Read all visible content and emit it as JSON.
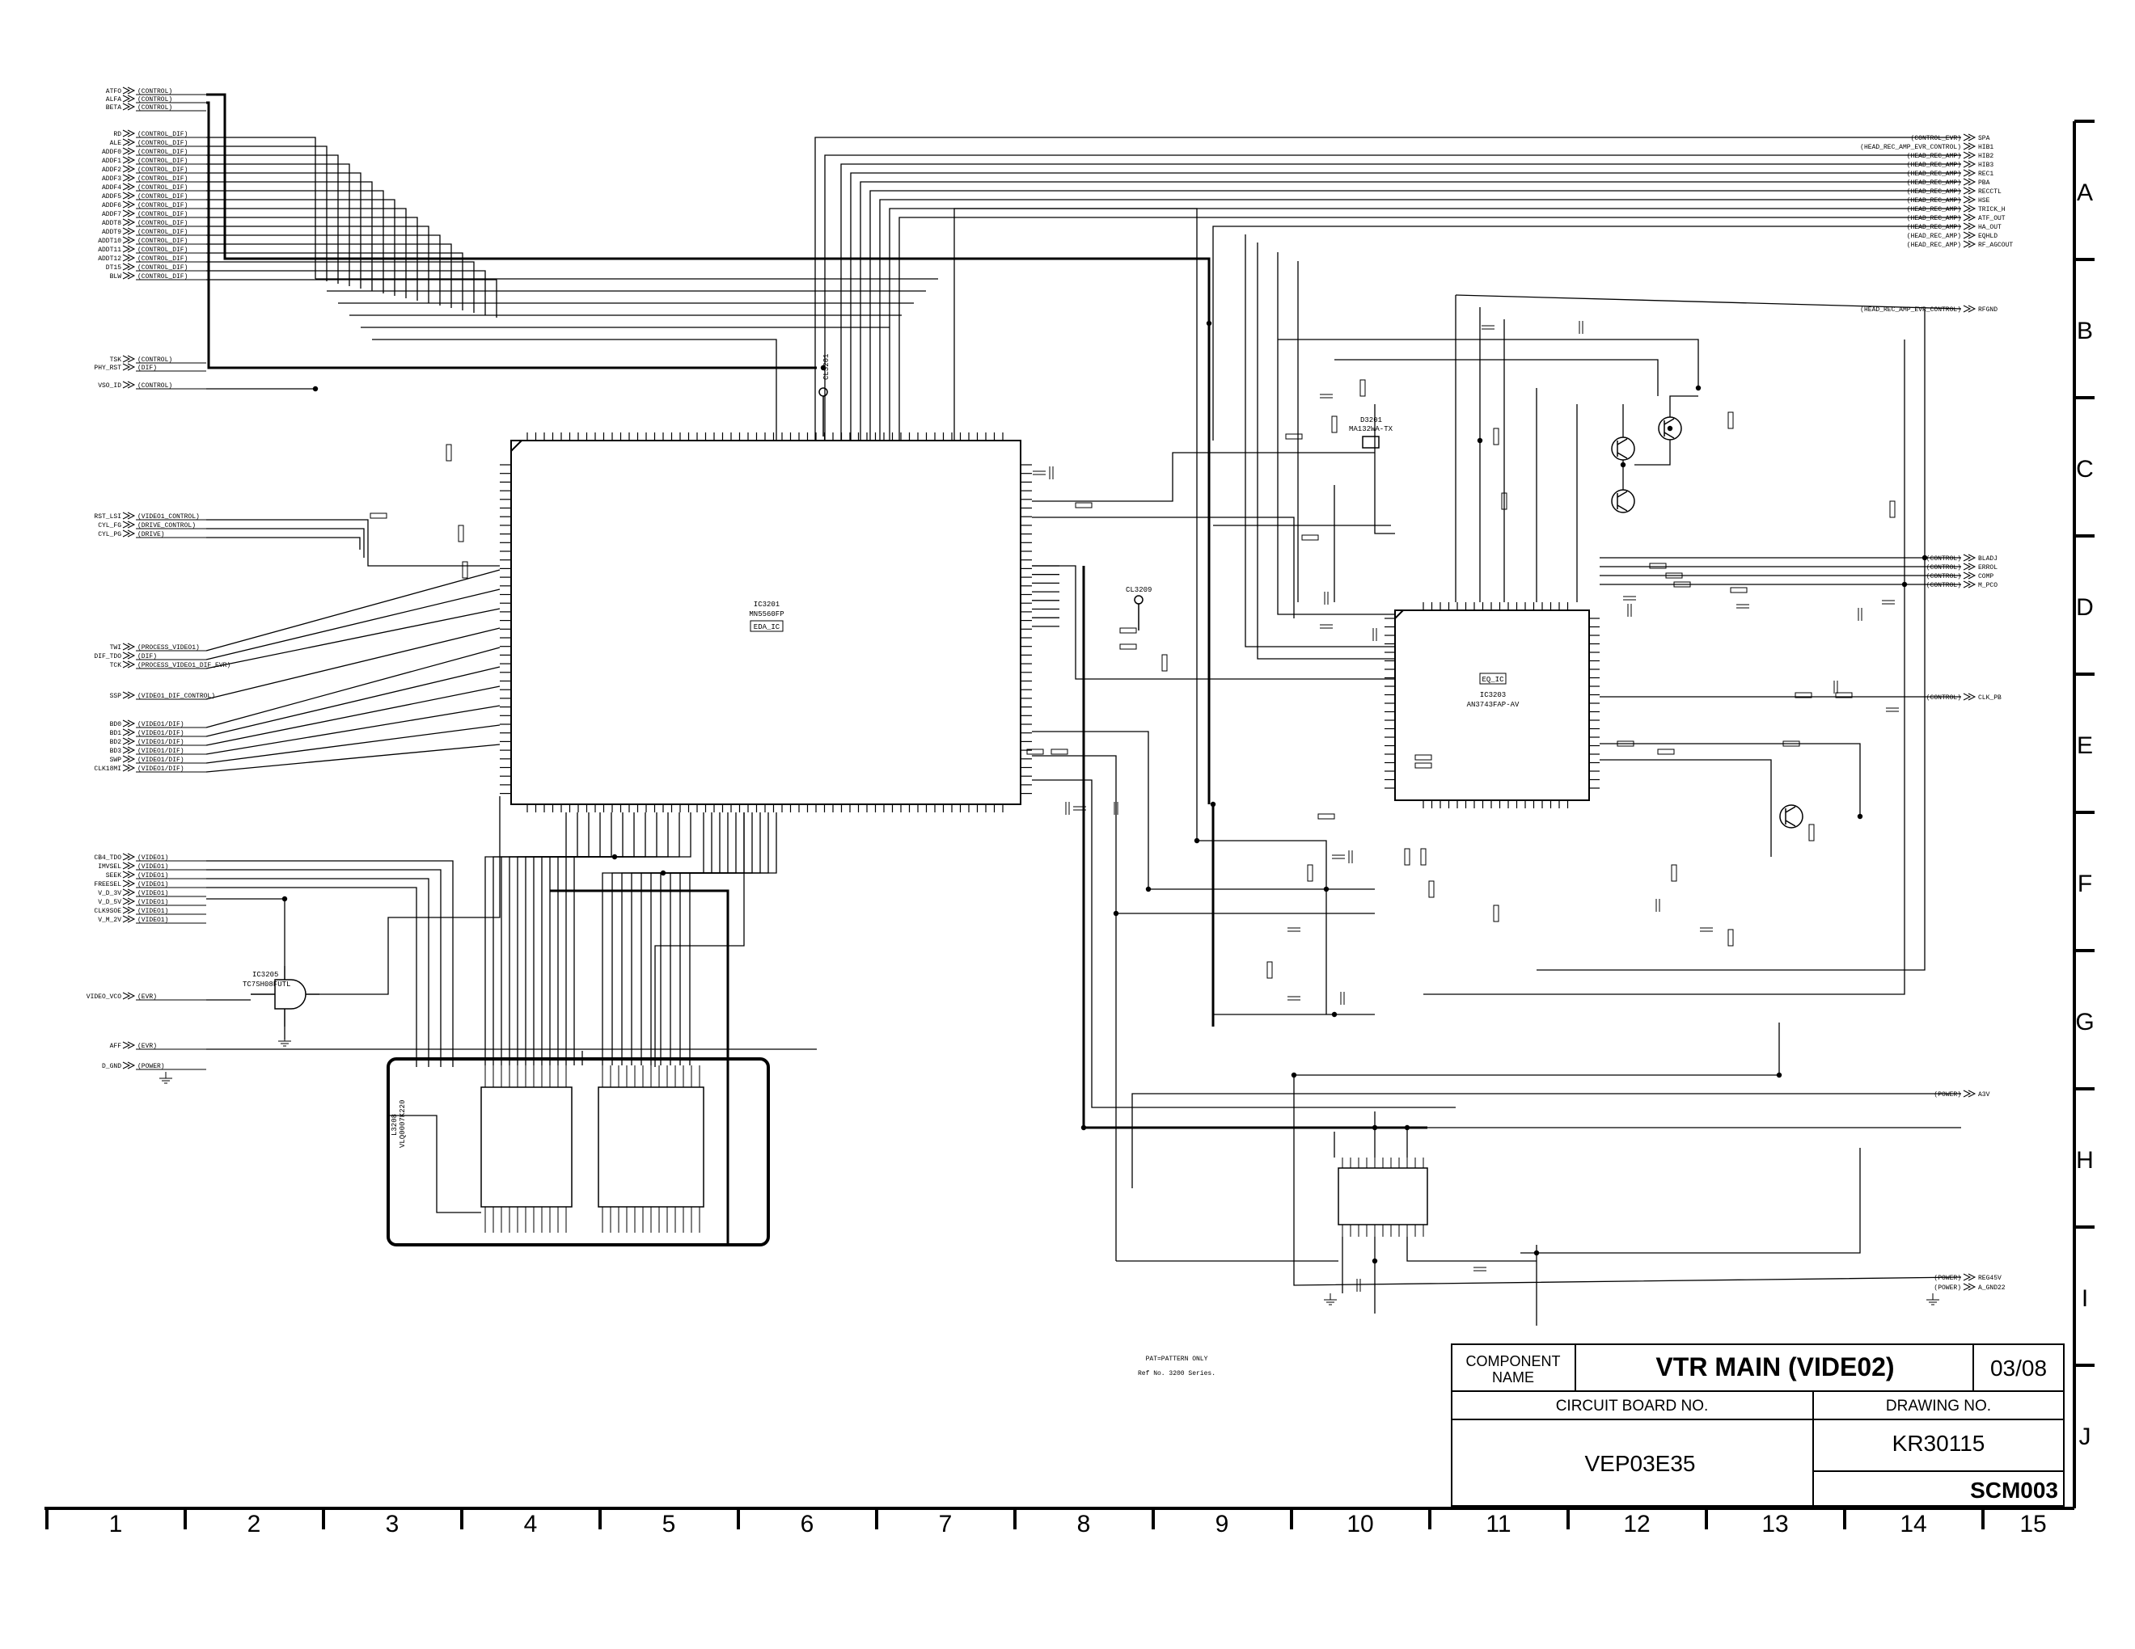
{
  "title_block": {
    "component_name_label": "COMPONENT\nNAME",
    "component_name": "VTR MAIN (VIDE02)",
    "sheet": "03/08",
    "circuit_board_label": "CIRCUIT BOARD NO.",
    "circuit_board_no": "VEP03E35",
    "drawing_label": "DRAWING NO.",
    "drawing_no": "KR30115",
    "schematic_code": "SCM003"
  },
  "notes": {
    "pattern_note": "PAT=PATTERN ONLY",
    "ref_note": "Ref No. 3200 Series."
  },
  "grid": {
    "columns": [
      "1",
      "2",
      "3",
      "4",
      "5",
      "6",
      "7",
      "8",
      "9",
      "10",
      "11",
      "12",
      "13",
      "14",
      "15"
    ],
    "rows": [
      "A",
      "B",
      "C",
      "D",
      "E",
      "F",
      "G",
      "H",
      "I",
      "J"
    ]
  },
  "components": {
    "ic3201": {
      "ref": "IC3201",
      "part": "MN5560FP",
      "tag": "EDA_IC"
    },
    "ic3203": {
      "ref": "IC3203",
      "part": "AN3743FAP-AV",
      "tag": "EQ_IC"
    },
    "ic3205": {
      "ref": "IC3205",
      "part": "TC7SH08FUTL"
    },
    "l3208": {
      "ref": "L3208",
      "part": "VLQ0007K220"
    },
    "d3201": {
      "ref": "D3201",
      "part": "MA132WA-TX"
    },
    "cl3201": {
      "ref": "CL3201"
    },
    "cl3209": {
      "ref": "CL3209"
    }
  },
  "left_signals": [
    {
      "name": "ATFO",
      "bus": "(CONTROL)"
    },
    {
      "name": "ALFA",
      "bus": "(CONTROL)"
    },
    {
      "name": "BETA",
      "bus": "(CONTROL)"
    },
    {
      "name": "RD",
      "bus": "(CONTROL_DIF)"
    },
    {
      "name": "ALE",
      "bus": "(CONTROL_DIF)"
    },
    {
      "name": "ADDF0",
      "bus": "(CONTROL_DIF)"
    },
    {
      "name": "ADDF1",
      "bus": "(CONTROL_DIF)"
    },
    {
      "name": "ADDF2",
      "bus": "(CONTROL_DIF)"
    },
    {
      "name": "ADDF3",
      "bus": "(CONTROL_DIF)"
    },
    {
      "name": "ADDF4",
      "bus": "(CONTROL_DIF)"
    },
    {
      "name": "ADDF5",
      "bus": "(CONTROL_DIF)"
    },
    {
      "name": "ADDF6",
      "bus": "(CONTROL_DIF)"
    },
    {
      "name": "ADDF7",
      "bus": "(CONTROL_DIF)"
    },
    {
      "name": "ADDT8",
      "bus": "(CONTROL_DIF)"
    },
    {
      "name": "ADDT9",
      "bus": "(CONTROL_DIF)"
    },
    {
      "name": "ADDT10",
      "bus": "(CONTROL_DIF)"
    },
    {
      "name": "ADDT11",
      "bus": "(CONTROL_DIF)"
    },
    {
      "name": "ADDT12",
      "bus": "(CONTROL_DIF)"
    },
    {
      "name": "DT15",
      "bus": "(CONTROL_DIF)"
    },
    {
      "name": "BLW",
      "bus": "(CONTROL_DIF)"
    },
    {
      "name": "TSK",
      "bus": "(CONTROL)"
    },
    {
      "name": "PHY_RST",
      "bus": "(DIF)"
    },
    {
      "name": "VSO_ID",
      "bus": "(CONTROL)"
    },
    {
      "name": "RST_LSI",
      "bus": "(VIDEO1_CONTROL)"
    },
    {
      "name": "CYL_FG",
      "bus": "(DRIVE_CONTROL)"
    },
    {
      "name": "CYL_PG",
      "bus": "(DRIVE)"
    },
    {
      "name": "TWI",
      "bus": "(PROCESS_VIDEO1)"
    },
    {
      "name": "DIF_TDO",
      "bus": "(DIF)"
    },
    {
      "name": "TCK",
      "bus": "(PROCESS_VIDEO1_DIF_EVR)"
    },
    {
      "name": "SSP",
      "bus": "(VIDEO1_DIF_CONTROL)"
    },
    {
      "name": "BD0",
      "bus": "(VIDEO1/DIF)"
    },
    {
      "name": "BD1",
      "bus": "(VIDEO1/DIF)"
    },
    {
      "name": "BD2",
      "bus": "(VIDEO1/DIF)"
    },
    {
      "name": "BD3",
      "bus": "(VIDEO1/DIF)"
    },
    {
      "name": "SWP",
      "bus": "(VIDEO1/DIF)"
    },
    {
      "name": "CLK18MI",
      "bus": "(VIDEO1/DIF)"
    },
    {
      "name": "CB4_TDO",
      "bus": "(VIDEO1)"
    },
    {
      "name": "IMVSEL",
      "bus": "(VIDEO1)"
    },
    {
      "name": "SEEK",
      "bus": "(VIDEO1)"
    },
    {
      "name": "FREESEL",
      "bus": "(VIDEO1)"
    },
    {
      "name": "V_D_3V",
      "bus": "(VIDEO1)"
    },
    {
      "name": "V_D_5V",
      "bus": "(VIDEO1)"
    },
    {
      "name": "CLK9SOE",
      "bus": "(VIDEO1)"
    },
    {
      "name": "V_M_2V",
      "bus": "(VIDEO1)"
    },
    {
      "name": "VIDEO_VCO",
      "bus": "(EVR)"
    },
    {
      "name": "AFF",
      "bus": "(EVR)"
    },
    {
      "name": "D_GND",
      "bus": "(POWER)"
    }
  ],
  "right_signals": [
    {
      "name": "SPA",
      "bus": "(CONTROL_EVR)"
    },
    {
      "name": "HIB1",
      "bus": "(HEAD_REC_AMP_EVR_CONTROL)"
    },
    {
      "name": "HIB2",
      "bus": "(HEAD_REC_AMP)"
    },
    {
      "name": "HIB3",
      "bus": "(HEAD_REC_AMP)"
    },
    {
      "name": "REC1",
      "bus": "(HEAD_REC_AMP)"
    },
    {
      "name": "PBA",
      "bus": "(HEAD_REC_AMP)"
    },
    {
      "name": "RECCTL",
      "bus": "(HEAD_REC_AMP)"
    },
    {
      "name": "HSE",
      "bus": "(HEAD_REC_AMP)"
    },
    {
      "name": "TRICK_H",
      "bus": "(HEAD_REC_AMP)"
    },
    {
      "name": "ATF_OUT",
      "bus": "(HEAD_REC_AMP)"
    },
    {
      "name": "HA_OUT",
      "bus": "(HEAD_REC_AMP)"
    },
    {
      "name": "EQHLD",
      "bus": "(HEAD_REC_AMP)"
    },
    {
      "name": "RF_AGCOUT",
      "bus": "(HEAD_REC_AMP)"
    },
    {
      "name": "RFGND",
      "bus": "(HEAD_REC_AMP_EVR_CONTROL)"
    },
    {
      "name": "BLADJ",
      "bus": "(CONTROL)"
    },
    {
      "name": "ERROL",
      "bus": "(CONTROL)"
    },
    {
      "name": "COMP",
      "bus": "(CONTROL)"
    },
    {
      "name": "M_PCO",
      "bus": "(CONTROL)"
    },
    {
      "name": "CLK_PB",
      "bus": "(CONTROL)"
    },
    {
      "name": "A3V",
      "bus": "(POWER)"
    },
    {
      "name": "REG45V",
      "bus": "(POWER)"
    },
    {
      "name": "A_GND22",
      "bus": "(POWER)"
    }
  ]
}
